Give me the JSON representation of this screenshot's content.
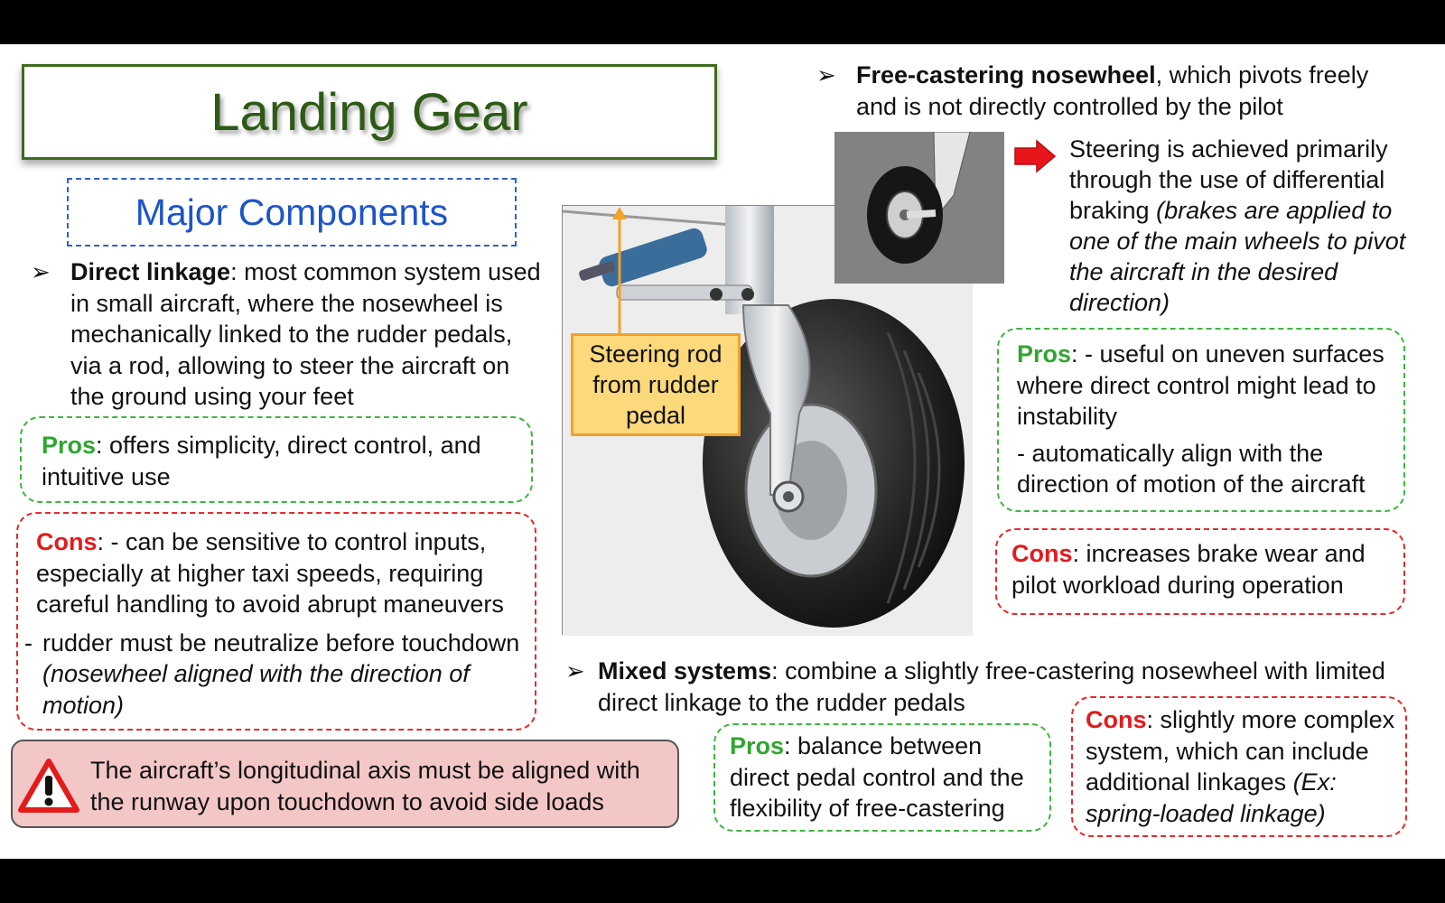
{
  "title": "Landing Gear",
  "subtitle": "Major Components",
  "direct": {
    "arrow": "➢",
    "term": "Direct linkage",
    "text": ": most common system used in small aircraft, where the nosewheel is mechanically linked to the rudder pedals, via a rod, allowing to steer the aircraft on the ground using your feet",
    "pros_label": "Pros",
    "pros_text": ": offers simplicity, direct control, and intuitive use",
    "cons_label": "Cons",
    "cons_text": ": - can be sensitive to control inputs, especially at higher taxi speeds, requiring careful handling to avoid abrupt maneuvers",
    "cons2_dash": "-",
    "cons2_text": "rudder must be neutralize before touchdown",
    "cons2_italic": "(nosewheel aligned with the direction of motion)"
  },
  "warning": {
    "icon": "warning-triangle-icon",
    "text": "The aircraft’s longitudinal axis must be aligned with the runway upon touchdown to avoid side loads"
  },
  "callout": "Steering rod from rudder pedal",
  "free": {
    "arrow": "➢",
    "term": "Free-castering nosewheel",
    "text": ", which pivots freely and is not directly controlled by the pilot",
    "steer_text": "Steering is achieved primarily through the use of differential braking",
    "steer_italic": "(brakes are applied to one of the main wheels to pivot the aircraft in the desired direction)",
    "pros_label": "Pros",
    "pros_text": ": - useful on uneven surfaces where direct control might lead to instability",
    "pros2_text": "- automatically align with the direction of motion of the aircraft",
    "cons_label": "Cons",
    "cons_text": ": increases brake wear and pilot workload during operation"
  },
  "mixed": {
    "arrow": "➢",
    "term": "Mixed systems",
    "text": ": combine a slightly free-castering nosewheel with limited direct linkage to the rudder pedals",
    "pros_label": "Pros",
    "pros_text": ": balance between direct pedal control and the flexibility of free-castering",
    "cons_label": "Cons",
    "cons_text": ": slightly more complex system, which can include additional linkages",
    "cons_italic": "(Ex: spring-loaded linkage)"
  },
  "colors": {
    "title": "#2d5a14",
    "subtitle": "#1c55c8",
    "pros": "#2fa62f",
    "cons": "#e31b1b",
    "warning_bg": "#f4c7c7",
    "callout_bg": "#fcd97a",
    "red_arrow": "#e8151b"
  }
}
